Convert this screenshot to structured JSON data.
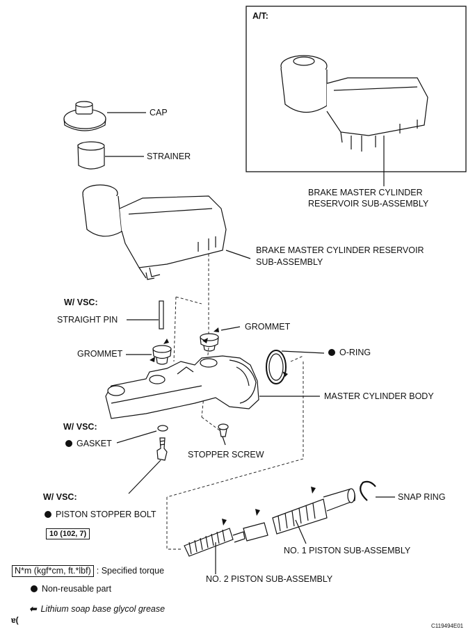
{
  "inset": {
    "title": "A/T:",
    "part_label_line1": "BRAKE MASTER CYLINDER",
    "part_label_line2": "RESERVOIR SUB-ASSEMBLY"
  },
  "labels": {
    "cap": "CAP",
    "strainer": "STRAINER",
    "reservoir_line1": "BRAKE MASTER CYLINDER RESERVOIR",
    "reservoir_line2": "SUB-ASSEMBLY",
    "wvsc_1": "W/ VSC:",
    "straight_pin": "STRAIGHT PIN",
    "grommet_right": "GROMMET",
    "grommet_left": "GROMMET",
    "oring": "O-RING",
    "master_cylinder_body": "MASTER CYLINDER BODY",
    "wvsc_2": "W/ VSC:",
    "gasket": "GASKET",
    "stopper_screw": "STOPPER SCREW",
    "wvsc_3": "W/ VSC:",
    "piston_stopper_bolt": "PISTON STOPPER BOLT",
    "snap_ring": "SNAP RING",
    "no1_piston": "NO. 1 PISTON SUB-ASSEMBLY",
    "no2_piston": "NO. 2 PISTON SUB-ASSEMBLY"
  },
  "torque_spec": "10 (102, 7)",
  "legend": {
    "torque_unit": "N*m (kgf*cm, ft.*lbf)",
    "torque_text": ": Specified torque",
    "nonreusable_text": "Non-reusable part",
    "grease_text": "Lithium soap base glycol grease"
  },
  "corner_mark": "ɐ(",
  "figure_id": "C119494E01",
  "icons": {
    "nonreusable": "filled-circle-icon",
    "grease": "arrow-left-icon"
  }
}
